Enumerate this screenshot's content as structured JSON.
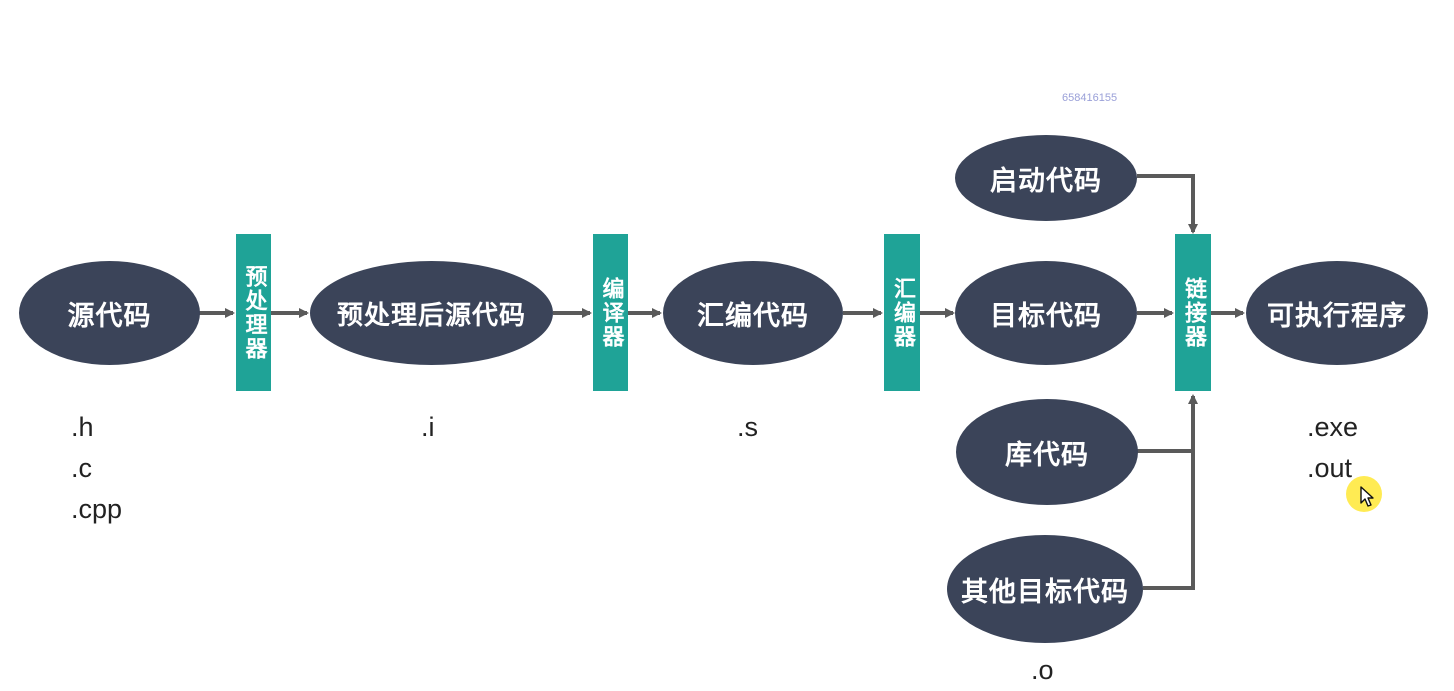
{
  "watermark": "658416155",
  "colors": {
    "node": "#3b4459",
    "tool": "#1fa397",
    "arrow": "#5a5a5a"
  },
  "nodes": {
    "source": "源代码",
    "preprocessed": "预处理后源代码",
    "assembly": "汇编代码",
    "startup": "启动代码",
    "object": "目标代码",
    "library": "库代码",
    "other_object": "其他目标代码",
    "executable": "可执行程序"
  },
  "tools": {
    "preprocessor": "预处理器",
    "compiler": "编译器",
    "assembler": "汇编器",
    "linker": "链接器"
  },
  "extensions": {
    "source": ".h\n.c\n.cpp",
    "preprocessed": ".i",
    "assembly": ".s",
    "object": ".o",
    "executable": ".exe\n.out"
  }
}
